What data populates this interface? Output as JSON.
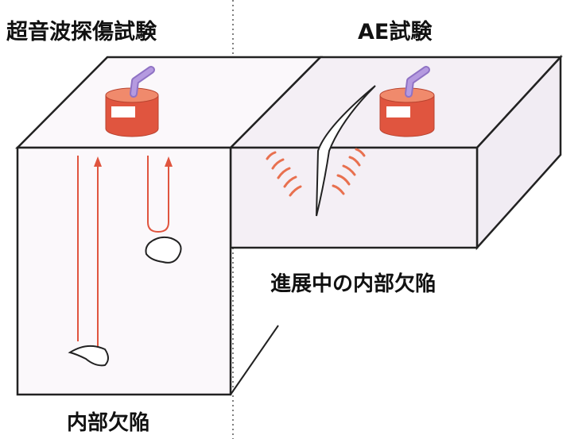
{
  "labels": {
    "left_title": "超音波探傷試験",
    "right_title": "AE試験",
    "growing_defect": "進展中の内部欠陥",
    "internal_defect": "内部欠陥"
  },
  "colors": {
    "outline": "#222222",
    "transducer": "#e0553f",
    "cable": "#a98ad6",
    "wave": "#e8704f",
    "face": "#fbf8fb",
    "face_right": "#f4eff5"
  }
}
